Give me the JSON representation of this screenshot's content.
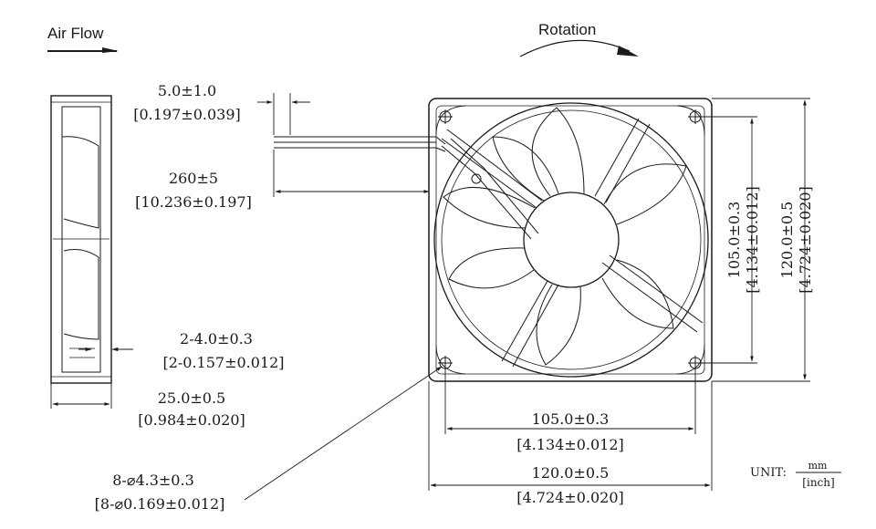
{
  "labels": {
    "air_flow": "Air Flow",
    "rotation": "Rotation"
  },
  "dimensions": {
    "lead_offset": {
      "mm": "5.0±1.0",
      "inch": "[0.197±0.039]"
    },
    "lead_length": {
      "mm": "260±5",
      "inch": "[10.236±0.197]"
    },
    "mount_hole_depth": {
      "mm": "2-4.0±0.3",
      "inch": "[2-0.157±0.012]"
    },
    "thickness": {
      "mm": "25.0±0.5",
      "inch": "[0.984±0.020]"
    },
    "hole_spacing_h": {
      "mm": "105.0±0.3",
      "inch": "[4.134±0.012]"
    },
    "overall_width": {
      "mm": "120.0±0.5",
      "inch": "[4.724±0.020]"
    },
    "hole_spacing_v": {
      "mm": "105.0±0.3",
      "inch": "[4.134±0.012]"
    },
    "overall_height": {
      "mm": "120.0±0.5",
      "inch": "[4.724±0.020]"
    },
    "holes": {
      "mm": "8-⌀4.3±0.3",
      "inch": "[8-⌀0.169±0.012]"
    }
  },
  "unit": {
    "label": "UNIT:",
    "numerator": "mm",
    "denominator": "[inch]"
  },
  "colors": {
    "ink": "#1a1a1a",
    "background": "#ffffff"
  }
}
